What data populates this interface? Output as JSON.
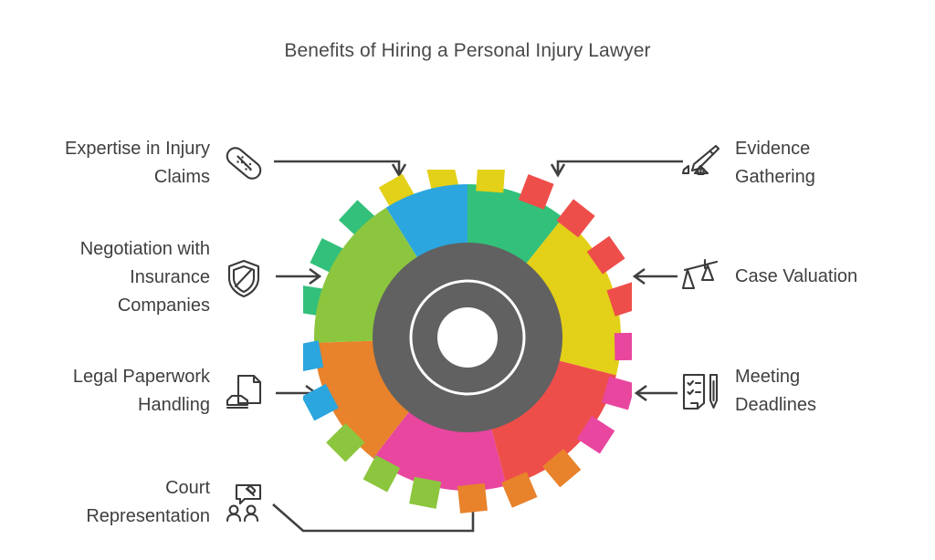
{
  "title": "Benefits of Hiring a Personal Injury Lawyer",
  "left_items": [
    {
      "label": "Expertise in Injury\nClaims",
      "icon": "bandage-icon",
      "color": "#2BA6DE"
    },
    {
      "label": "Negotiation with\nInsurance\nCompanies",
      "icon": "shield-icon",
      "color": "#8CC63E"
    },
    {
      "label": "Legal Paperwork\nHandling",
      "icon": "document-stamp-icon",
      "color": "#E8822B"
    },
    {
      "label": "Court\nRepresentation",
      "icon": "gavel-people-icon",
      "color": "#E8469F"
    }
  ],
  "right_items": [
    {
      "label": "Evidence\nGathering",
      "icon": "evidence-knife-icon",
      "color": "#33C07A"
    },
    {
      "label": "Case Valuation",
      "icon": "scales-icon",
      "color": "#E3D018"
    },
    {
      "label": "Meeting\nDeadlines",
      "icon": "checklist-pen-icon",
      "color": "#EE4E4A"
    }
  ],
  "chart_data": {
    "type": "pie",
    "title": "Benefits of Hiring a Personal Injury Lawyer",
    "categories": [
      "Expertise in Injury Claims",
      "Evidence Gathering",
      "Case Valuation",
      "Meeting Deadlines",
      "Court Representation",
      "Legal Paperwork Handling",
      "Negotiation with Insurance Companies"
    ],
    "values": [
      1,
      1,
      1,
      1,
      1,
      1,
      1
    ],
    "colors": [
      "#2BA6DE",
      "#33C07A",
      "#E3D018",
      "#EE4E4A",
      "#E8469F",
      "#E8822B",
      "#8CC63E"
    ],
    "hub_color": "#616161",
    "legend": "outside-labels",
    "grid": false
  },
  "colors": {
    "blue": "#2BA6DE",
    "green": "#33C07A",
    "yellow": "#E3D018",
    "red": "#EE4E4A",
    "magenta": "#E8469F",
    "orange": "#E8822B",
    "lime": "#8CC63E",
    "hub": "#616161",
    "text": "#3f3f3f",
    "connector": "#404040"
  }
}
